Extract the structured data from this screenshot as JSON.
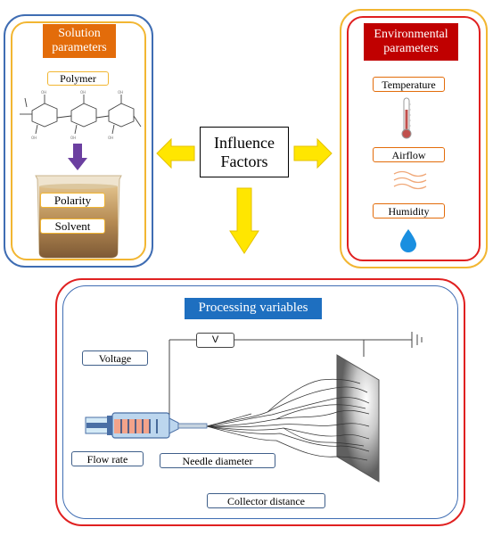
{
  "center": {
    "line1": "Influence",
    "line2": "Factors"
  },
  "solution": {
    "title_line1": "Solution",
    "title_line2": "parameters",
    "polymer": "Polymer",
    "polarity": "Polarity",
    "solvent": "Solvent"
  },
  "environmental": {
    "title_line1": "Environmental",
    "title_line2": "parameters",
    "temperature": "Temperature",
    "airflow": "Airflow",
    "humidity": "Humidity"
  },
  "processing": {
    "title": "Processing variables",
    "voltmeter": "V",
    "voltage": "Voltage",
    "flow_rate": "Flow rate",
    "needle_diameter": "Needle diameter",
    "collector_distance": "Collector distance"
  },
  "colors": {
    "blue_frame": "#3f6db3",
    "yellow_frame": "#f2b632",
    "red_frame": "#e02020",
    "orange_title": "#e36c0a",
    "red_title": "#c00000",
    "blue_title": "#1e6fc0",
    "arrow_yellow": "#ffe600",
    "arrow_purple": "#6b3fa0",
    "water_blue": "#1a8fe0"
  }
}
